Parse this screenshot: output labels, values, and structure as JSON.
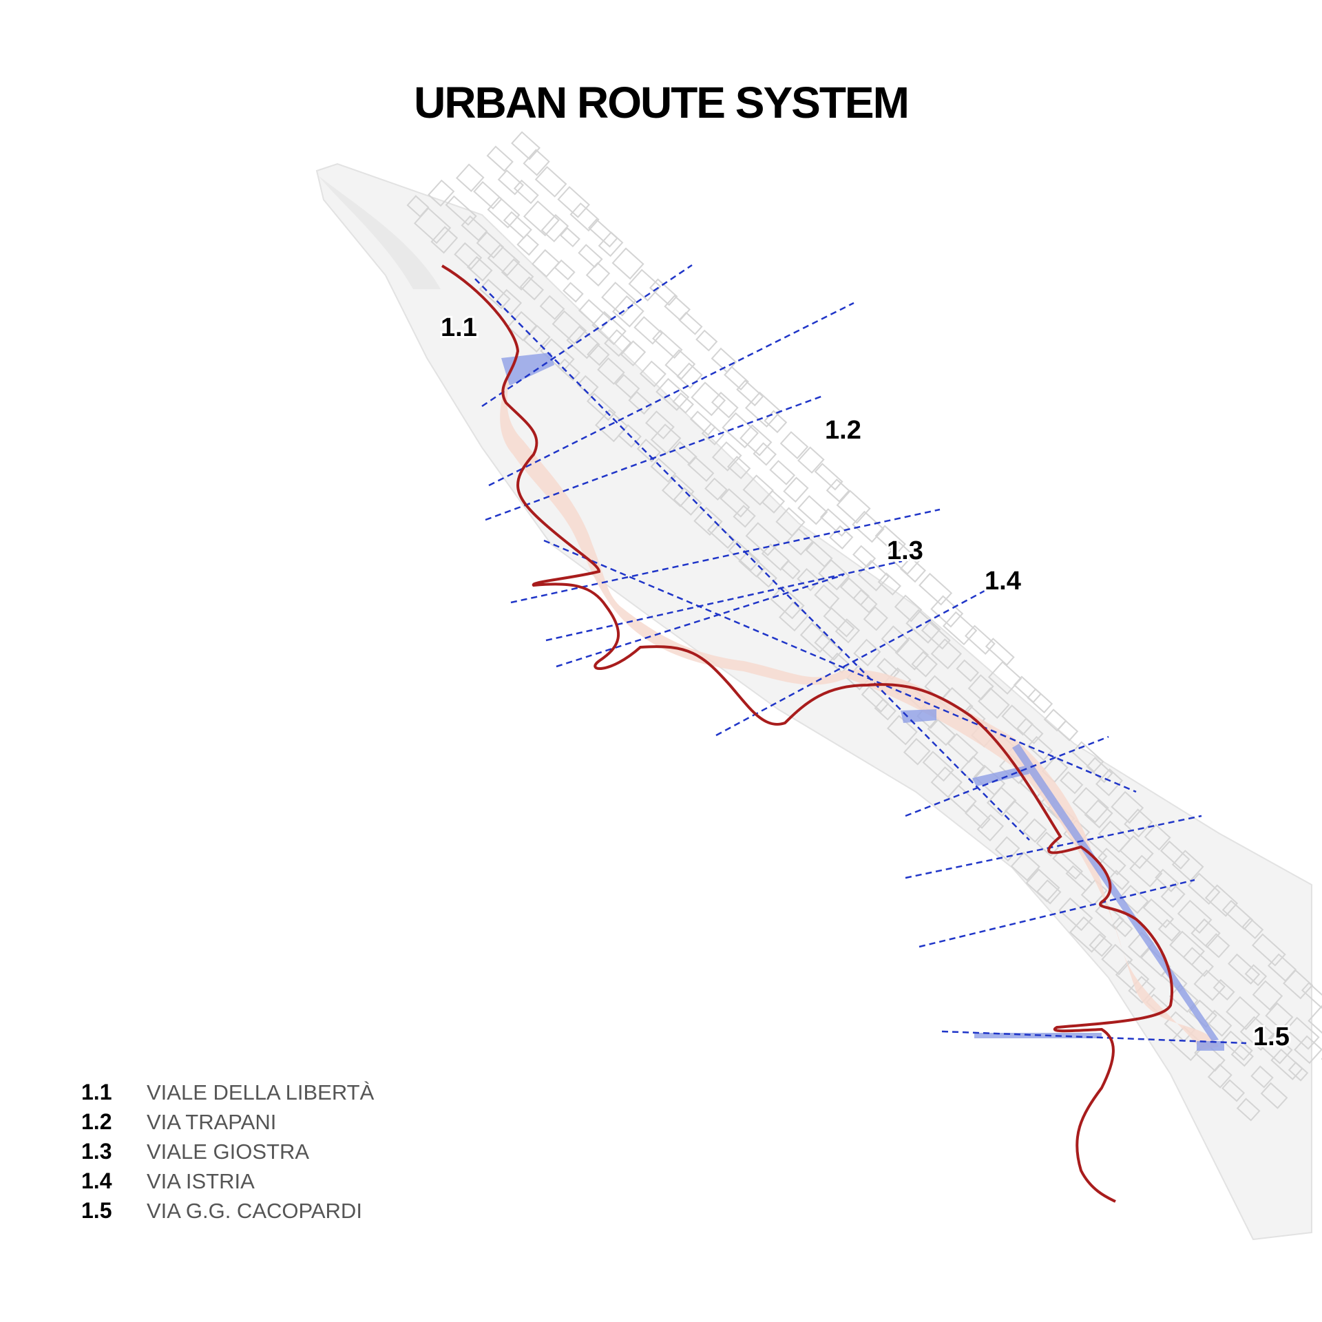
{
  "title": "URBAN ROUTE SYSTEM",
  "routes": [
    {
      "code": "1.1",
      "name": "VIALE DELLA LIBERTÀ"
    },
    {
      "code": "1.2",
      "name": "VIA TRAPANI"
    },
    {
      "code": "1.3",
      "name": "VIALE GIOSTRA"
    },
    {
      "code": "1.4",
      "name": "VIA ISTRIA"
    },
    {
      "code": "1.5",
      "name": "VIA G.G. CACOPARDI"
    }
  ],
  "colors": {
    "waterfront_path": "#a81c1c",
    "route_lines": "#1f35c8",
    "waterfront_fill": "#f6d9cf",
    "route_highlight": "#8f9fe6",
    "urban_fabric": "#dedede"
  }
}
